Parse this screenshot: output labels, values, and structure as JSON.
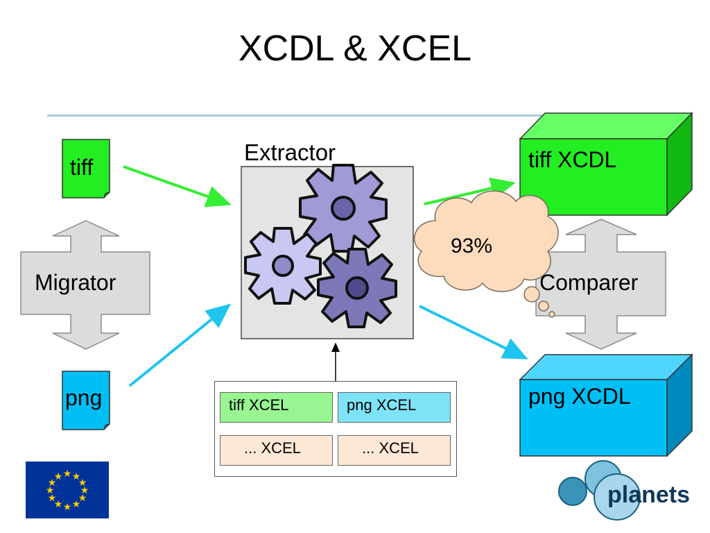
{
  "slide": {
    "title": "XCDL & XCEL"
  },
  "files": {
    "tiff": "tiff",
    "png": "png"
  },
  "migrator": {
    "label": "Migrator"
  },
  "extractor": {
    "label": "Extractor"
  },
  "comparer": {
    "label": "Comparer"
  },
  "similarity": {
    "value": "93%"
  },
  "outputs": {
    "tiff_xcdl": "tiff XCDL",
    "png_xcdl": "png XCDL"
  },
  "xcel_modules": [
    {
      "label": "tiff XCEL",
      "color": "#98f592"
    },
    {
      "label": "png XCEL",
      "color": "#7ee3f7"
    },
    {
      "label": "... XCEL",
      "color": "#fde8d6"
    },
    {
      "label": "... XCEL",
      "color": "#fde8d6"
    }
  ],
  "colors": {
    "tiff_green": "#22ee22",
    "png_blue": "#00bff5",
    "arrow_green": "#33ee33",
    "arrow_cyan": "#1fc4ee",
    "gray_arrow": "#dcdcdc",
    "cloud": "#fddcbe",
    "eu_blue": "#003399",
    "eu_star": "#ffcc00"
  },
  "logo": {
    "text": "planets"
  }
}
